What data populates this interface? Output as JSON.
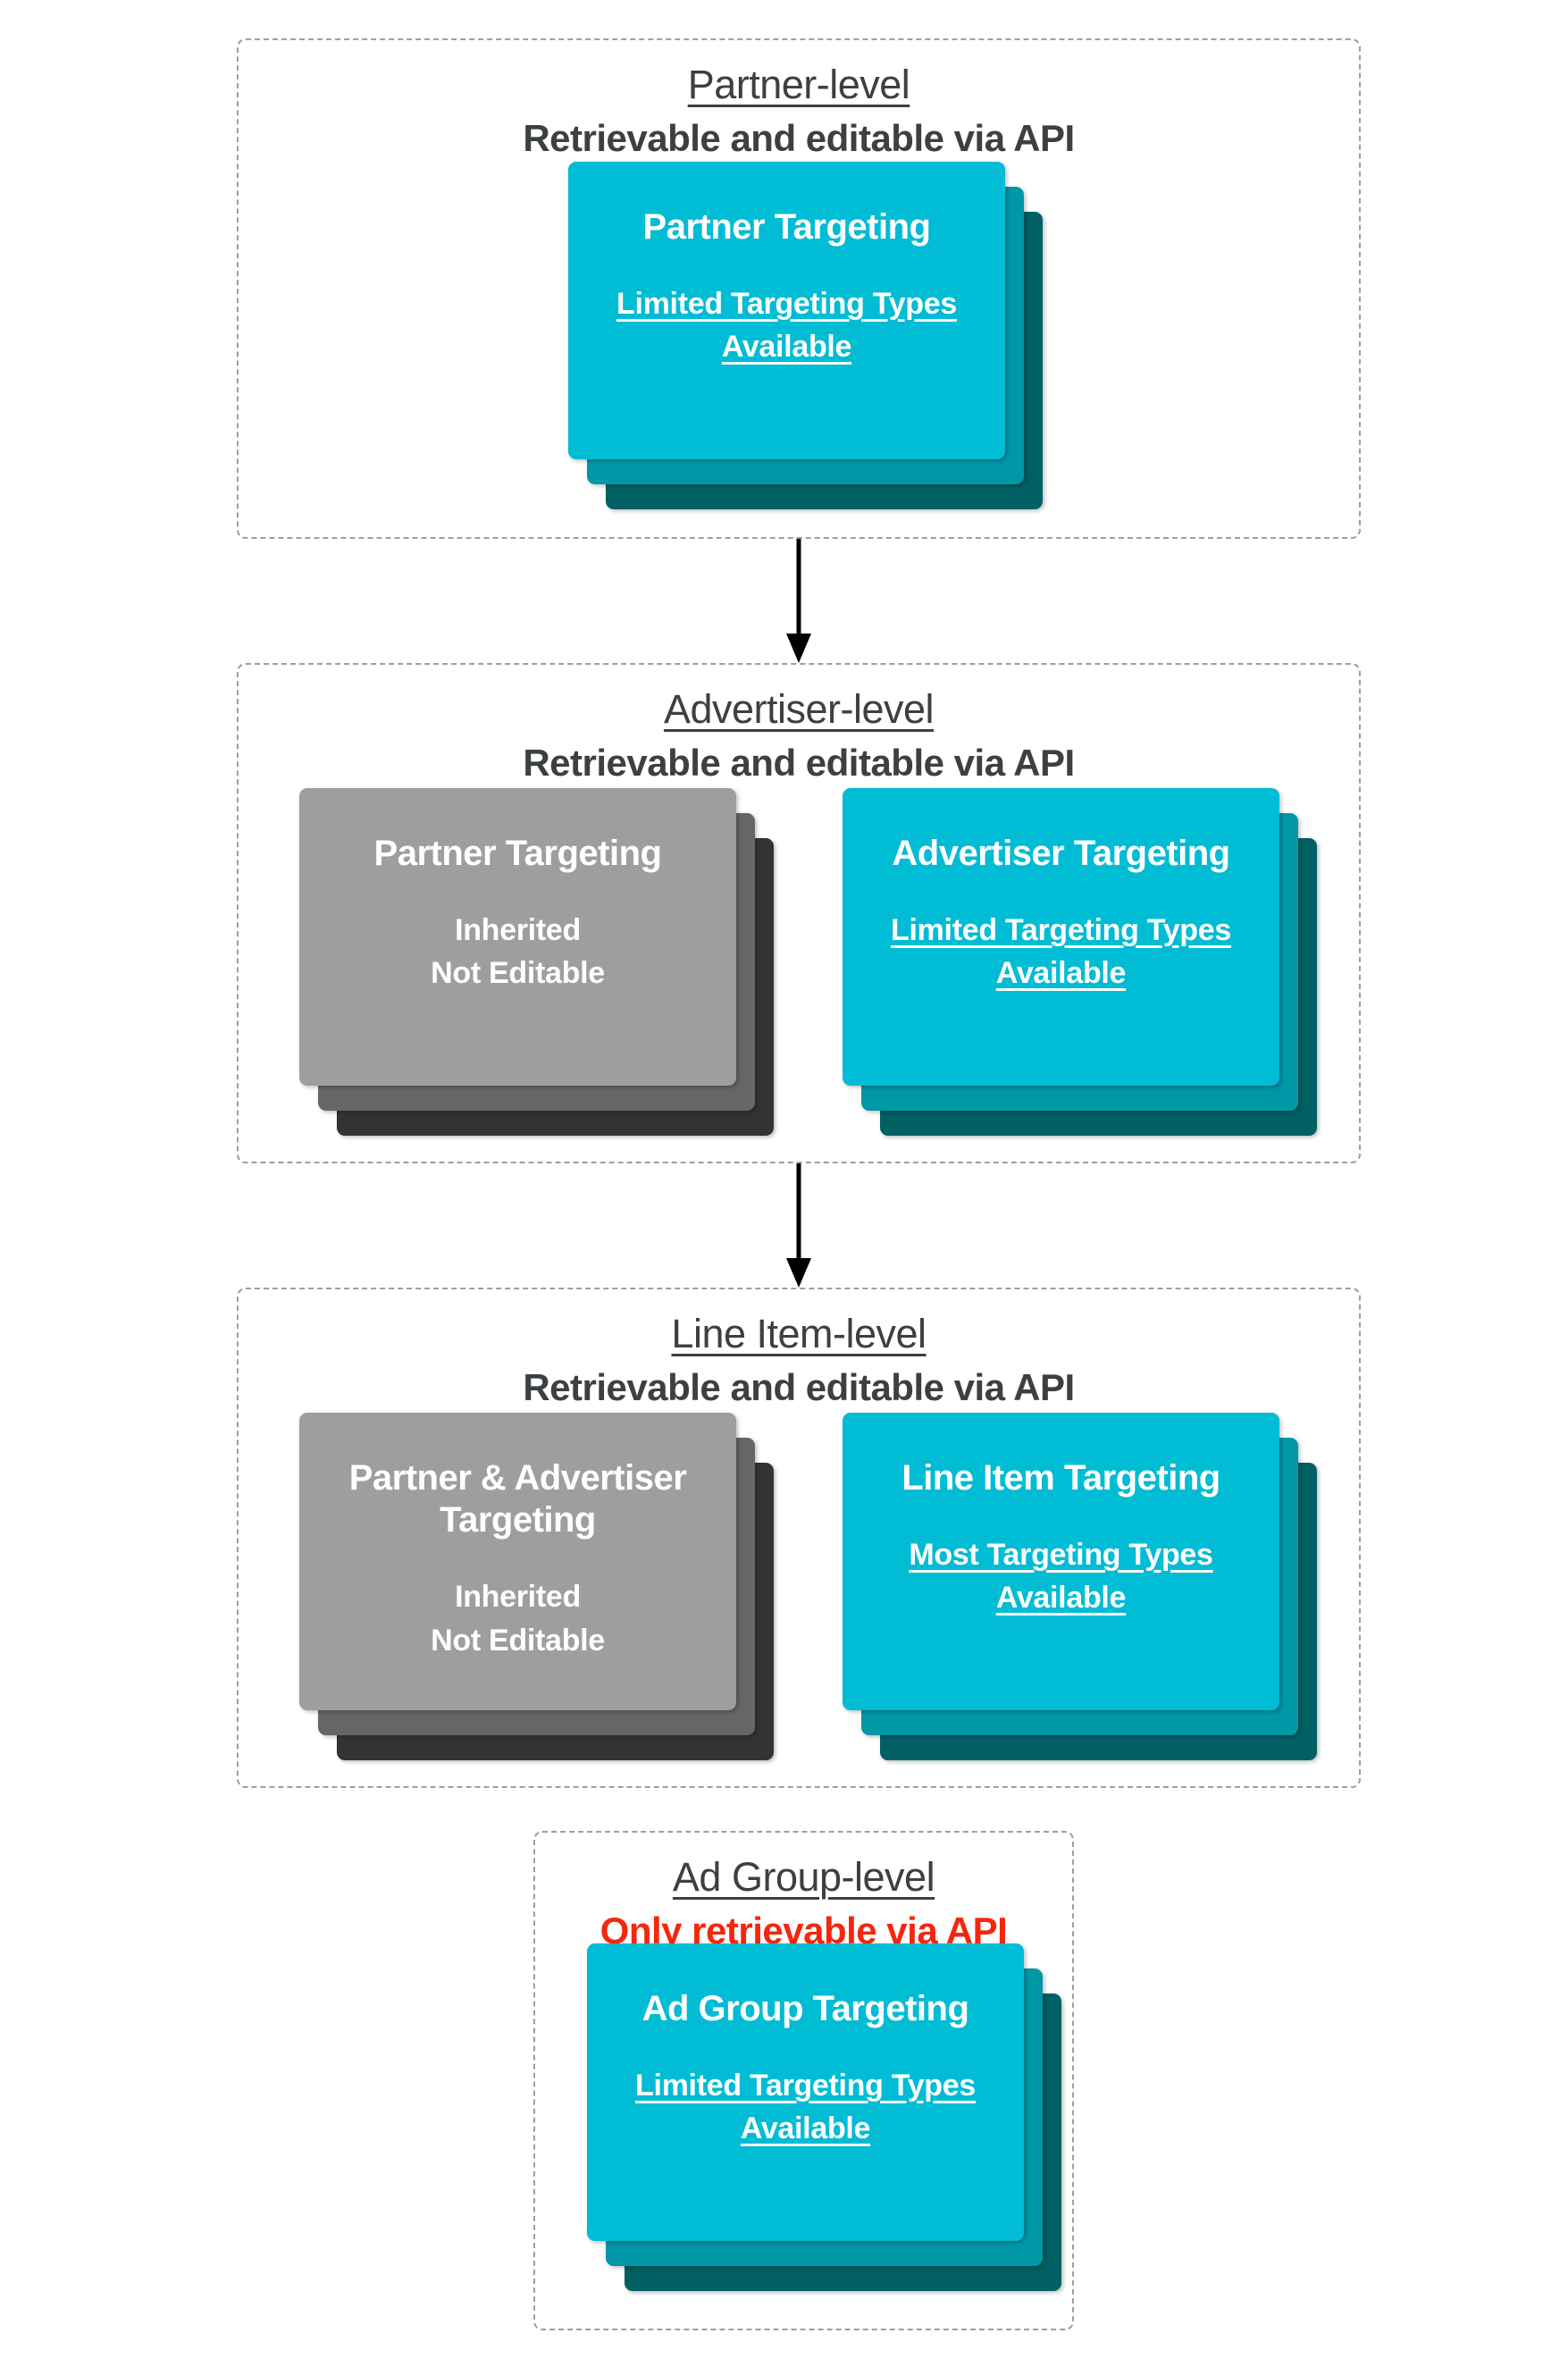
{
  "palette": {
    "cyan_card": "#00bcd4",
    "cyan_card_mid": "#0097a7",
    "cyan_card_dark": "#006064",
    "gray_card": "#9e9e9e",
    "gray_card_mid": "#666666",
    "gray_card_dark": "#333333",
    "heading_text": "#3c4043",
    "alert_red": "#f4270e",
    "dashed_border": "#9e9e9e",
    "arrow": "#000000",
    "card_text": "#ffffff"
  },
  "sections": [
    {
      "title": "Partner-level",
      "subtitle": "Retrievable and editable via API",
      "cards": [
        {
          "style": "cyan",
          "title": "Partner Targeting",
          "body": [
            "Limited Targeting Types Available"
          ]
        }
      ]
    },
    {
      "title": "Advertiser-level",
      "subtitle": "Retrievable and editable via API",
      "cards": [
        {
          "style": "gray",
          "title": "Partner Targeting",
          "body": [
            "Inherited",
            "Not Editable"
          ]
        },
        {
          "style": "cyan",
          "title": "Advertiser Targeting",
          "body": [
            "Limited Targeting Types Available"
          ]
        }
      ]
    },
    {
      "title": "Line Item-level",
      "subtitle": "Retrievable and editable via API",
      "cards": [
        {
          "style": "gray",
          "title": "Partner & Advertiser Targeting",
          "body": [
            "Inherited",
            "Not Editable"
          ]
        },
        {
          "style": "cyan",
          "title": "Line Item Targeting",
          "body": [
            "Most Targeting Types Available"
          ]
        }
      ]
    },
    {
      "title": "Ad Group-level",
      "subtitle": "Only retrievable via API",
      "cards": [
        {
          "style": "cyan",
          "title": "Ad Group Targeting",
          "body": [
            "Limited Targeting Types Available"
          ]
        }
      ]
    }
  ]
}
